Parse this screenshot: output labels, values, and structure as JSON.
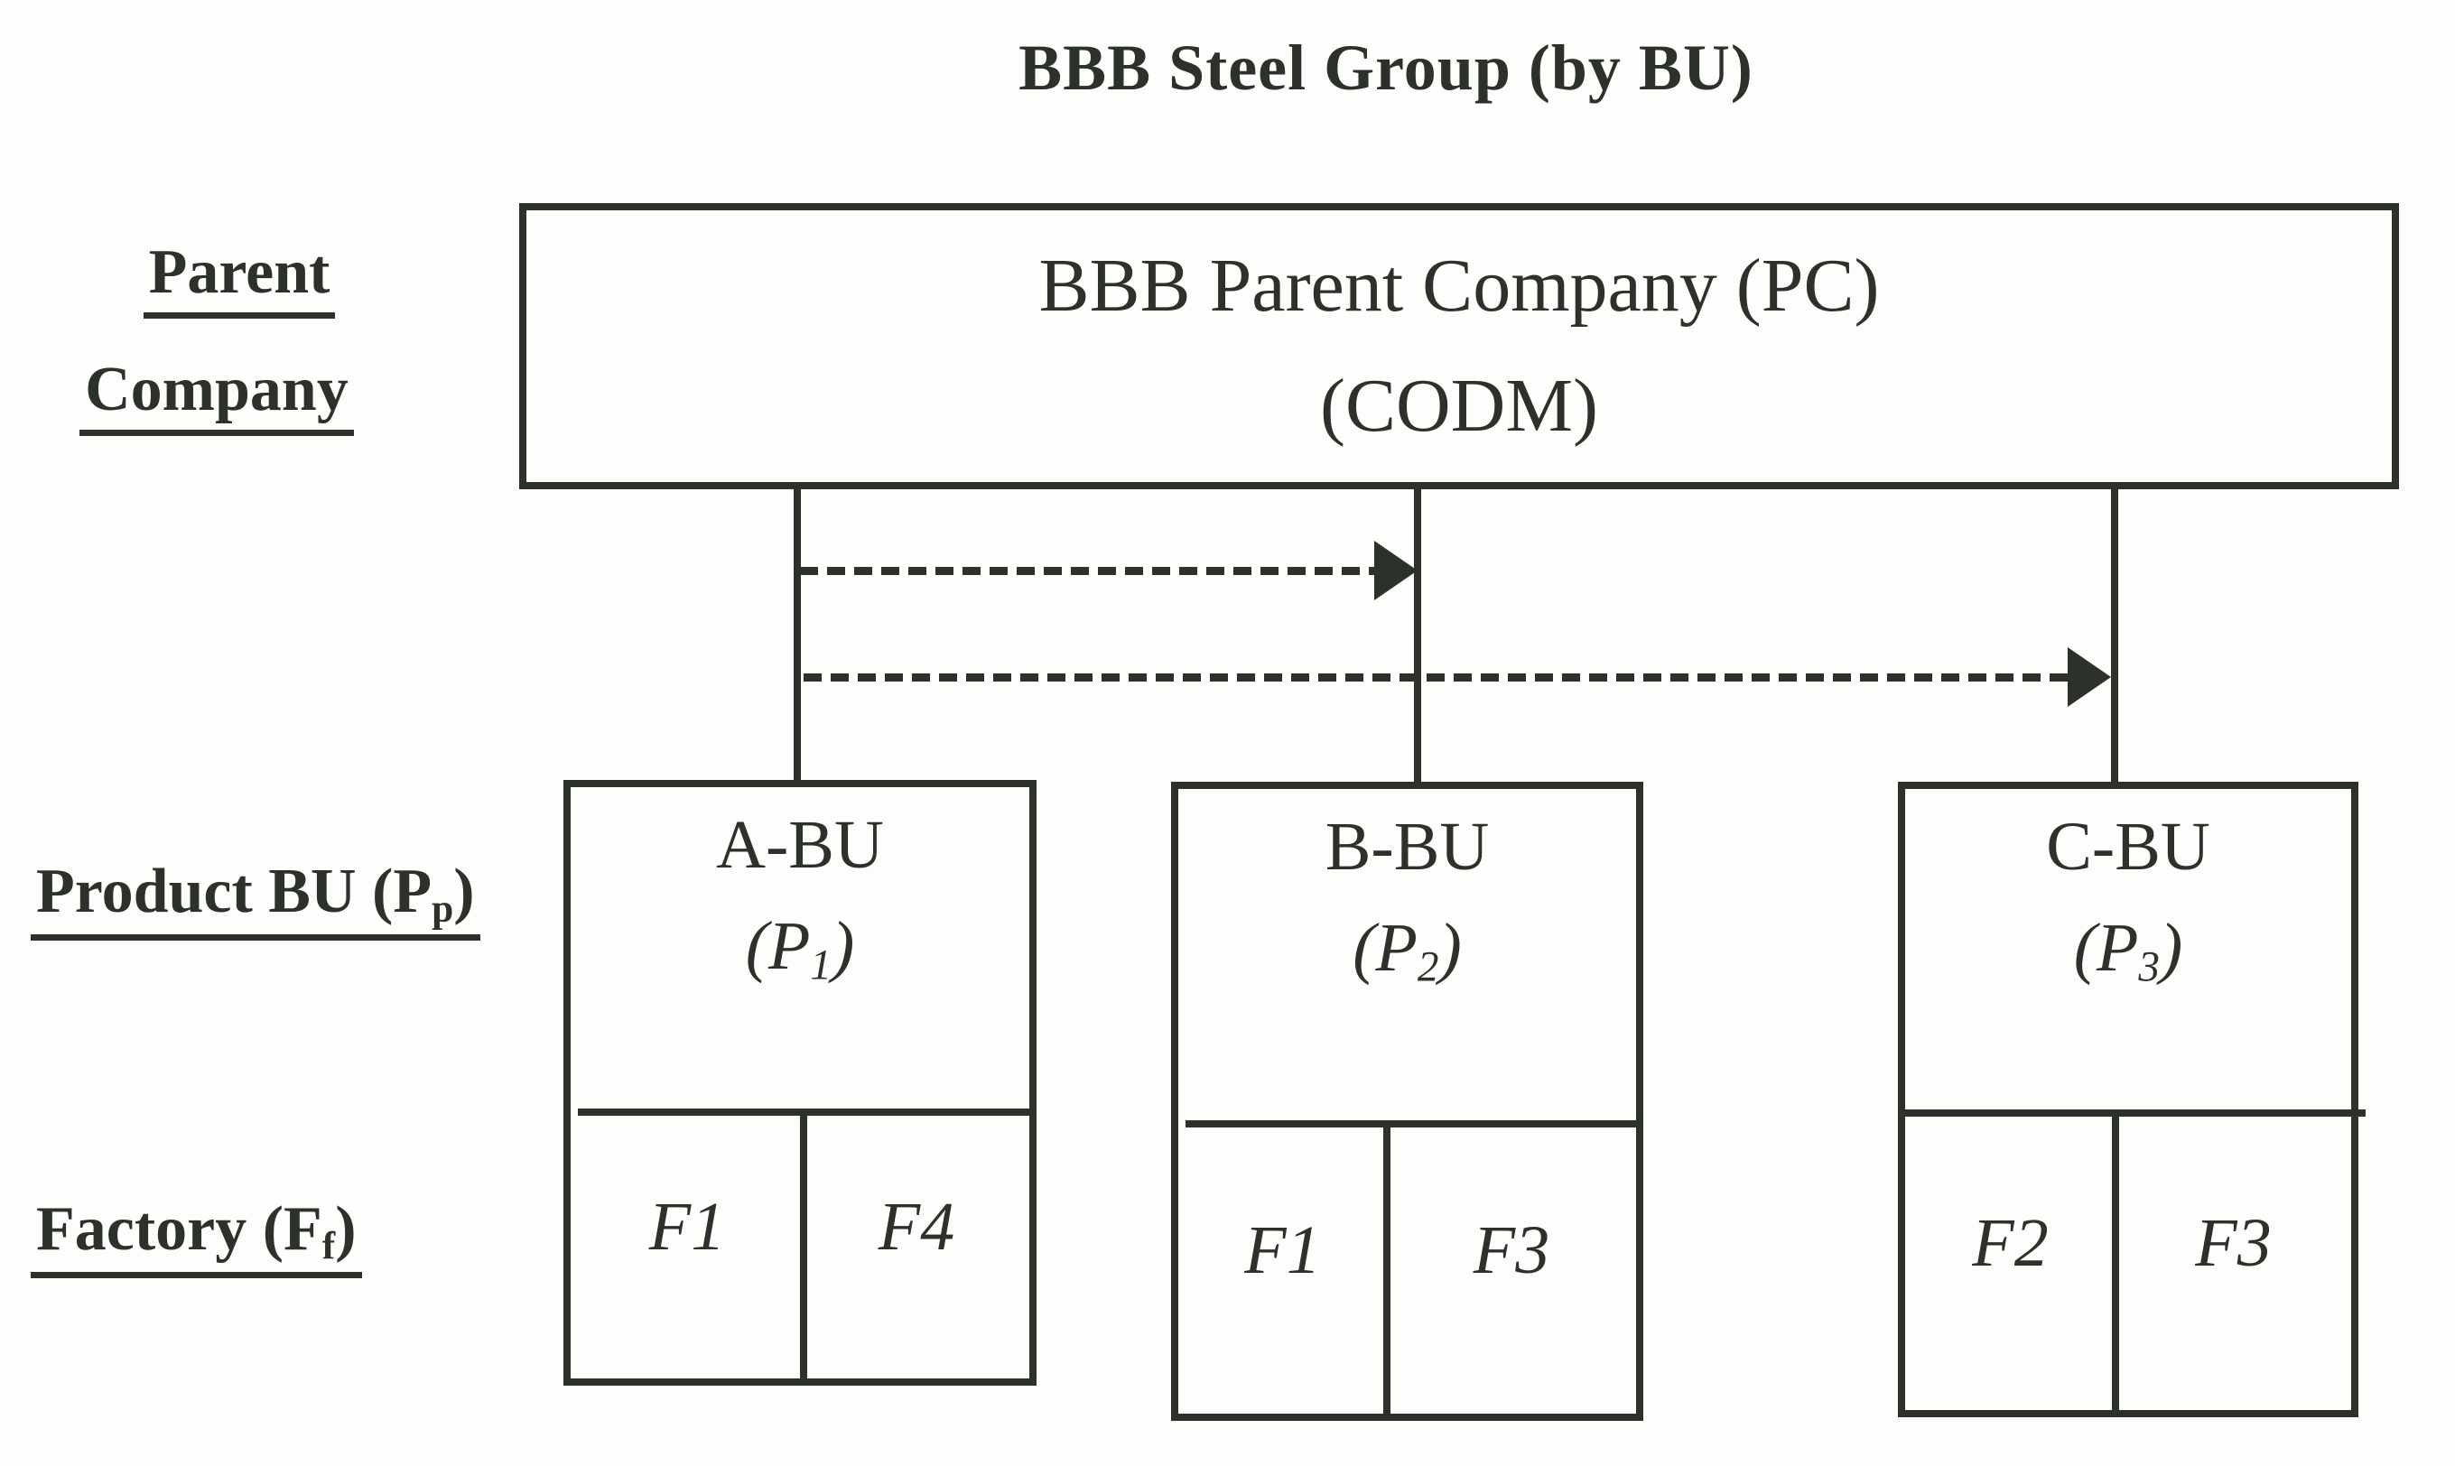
{
  "title": "BBB Steel Group (by BU)",
  "row_labels": {
    "parent": {
      "line1": "Parent",
      "line2": "Company"
    },
    "product_bu": {
      "text": "Product BU (P",
      "sub": "p",
      "close": ")"
    },
    "factory": {
      "text": "Factory (F",
      "sub": "f",
      "close": ")"
    }
  },
  "parent_box": {
    "line1": "BBB Parent Company (PC)",
    "line2": "(CODM)"
  },
  "bu_boxes": [
    {
      "name": "A-BU",
      "p_prefix": "(P",
      "p_sub": "1",
      "p_suffix": ")",
      "factories": [
        "F1",
        "F4"
      ]
    },
    {
      "name": "B-BU",
      "p_prefix": "(P",
      "p_sub": "2",
      "p_suffix": ")",
      "factories": [
        "F1",
        "F3"
      ]
    },
    {
      "name": "C-BU",
      "p_prefix": "(P",
      "p_sub": "3",
      "p_suffix": ")",
      "factories": [
        "F2",
        "F3"
      ]
    }
  ],
  "colors": {
    "ink": "#2c312c",
    "background": "#fdfdfb"
  }
}
